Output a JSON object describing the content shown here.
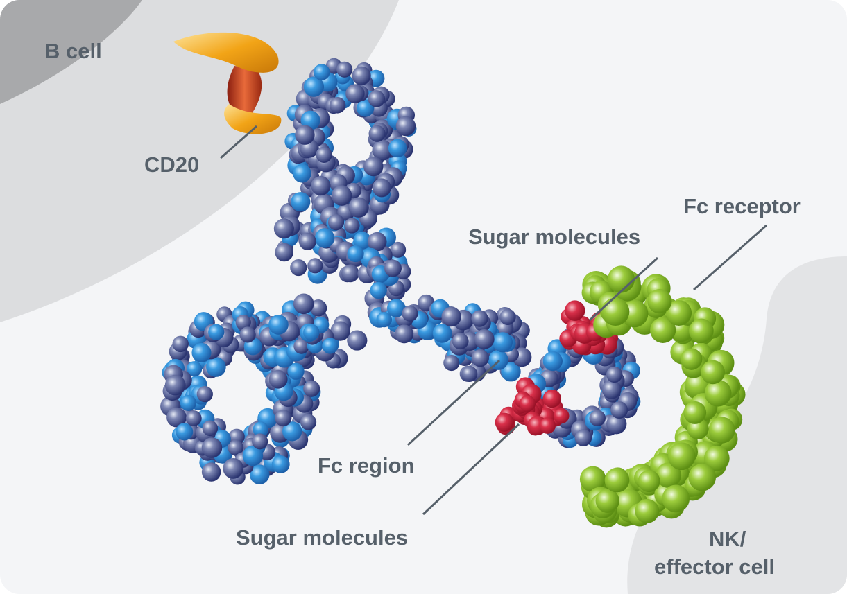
{
  "title": "Antibody binding CD20 on a B cell and Fc receptor on an NK/effector cell",
  "labels": {
    "b_cell": "B cell",
    "cd20": "CD20",
    "sugar_top": "Sugar molecules",
    "fc_receptor": "Fc receptor",
    "fc_region": "Fc region",
    "sugar_bottom": "Sugar molecules",
    "nk_line1": "NK/",
    "nk_line2": "effector cell"
  },
  "colors": {
    "background": "#f4f5f7",
    "cell_membrane": "#dedfe0",
    "cell_edge": "#a9aaab",
    "antibody_dark": "#3b4a8a",
    "antibody_light": "#2f8fd8",
    "sugar": "#d4223f",
    "receptor": "#86c02c",
    "cd20": "#f0a81a",
    "label_text": "#56606a"
  }
}
